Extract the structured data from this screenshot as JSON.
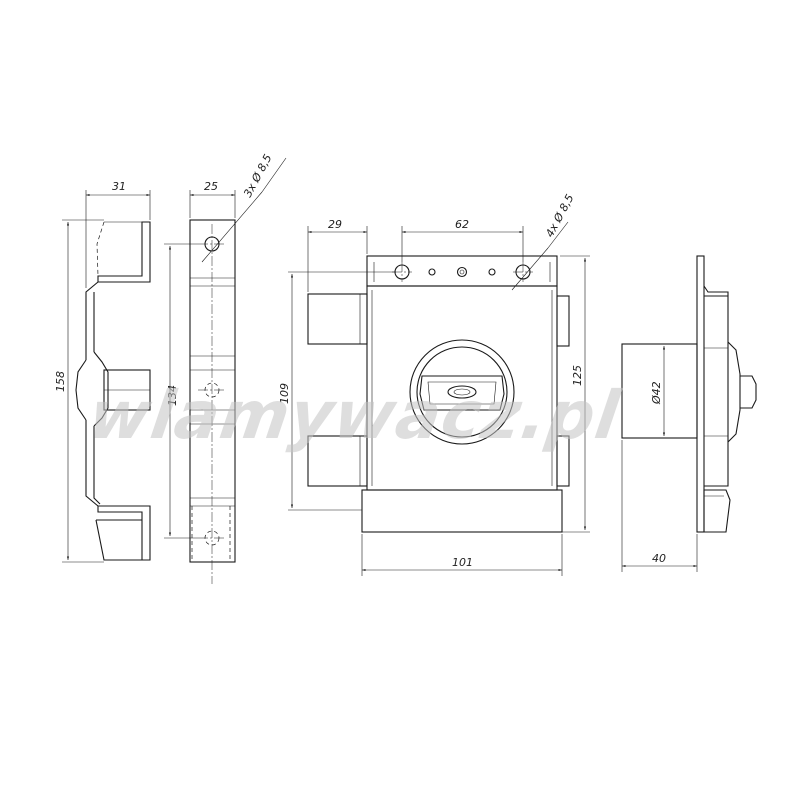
{
  "watermark": "wlamywacz.pl",
  "dimensions": {
    "bracket_depth": "31",
    "bracket_height": "158",
    "strip_width": "25",
    "strip_hole_callout": "3x  Ø 8,5",
    "strip_height": "134",
    "offset_left": "29",
    "hole_spacing": "62",
    "body_hole_callout": "4x  Ø 8,5",
    "body_height_left": "109",
    "body_height_right": "125",
    "body_width": "101",
    "cylinder_diameter": "Ø42",
    "cylinder_depth": "40"
  }
}
